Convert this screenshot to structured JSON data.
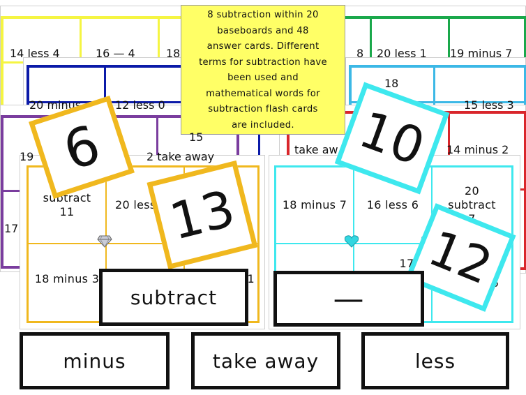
{
  "note": {
    "lines": [
      "8 subtraction within 20",
      "baseboards and 48",
      "answer cards.  Different",
      "terms for subtraction have",
      "been used and",
      "mathematical words for",
      "subtraction flash cards",
      "are included."
    ]
  },
  "colors": {
    "yellow": "#f5f542",
    "green": "#1aa84b",
    "navy": "#0b1aa8",
    "sky": "#3cb8e6",
    "purple": "#7a3d9e",
    "red": "#d9262b",
    "gold": "#f0b81e",
    "cyan": "#3ee8ee",
    "note_bg": "#ffff66"
  },
  "boards": {
    "back_yellow": {
      "c1": "14  less  4",
      "c2": "16  —  4",
      "c3": "18"
    },
    "back_green": {
      "c1": "8",
      "c2": "20  less  1",
      "c3": "19  minus  7"
    },
    "back_navy": {
      "c1": "20  minus",
      "c2": "12  less  0"
    },
    "back_sky": {
      "c1": "18",
      "c2": "15  less  3"
    },
    "back_purple": {
      "c1": "19",
      "c2": "2  take  away",
      "c3": "15",
      "c4": "17"
    },
    "back_red": {
      "c1": "take  aw",
      "c2": "14  minus  2"
    },
    "front_gold": {
      "c1": "subtract\n11",
      "c2": "20  less",
      "c3": "18  minus  3",
      "c4": "1"
    },
    "front_cyan": {
      "c1": "18  minus  7",
      "c2": "16  less  6",
      "c3": "20\nsubtract\n7",
      "c4": "17",
      "c5": "6"
    }
  },
  "cards": {
    "six": "6",
    "thirteen": "13",
    "ten": "10",
    "twelve": "12"
  },
  "words": {
    "subtract": "subtract",
    "dash": "—",
    "minus": "minus",
    "take_away": "take  away",
    "less": "less"
  },
  "icons": {
    "gem_gold": "diamond-icon",
    "gem_cyan_1": "heart-gem-icon",
    "gem_cyan_2": "heart-gem-icon"
  }
}
